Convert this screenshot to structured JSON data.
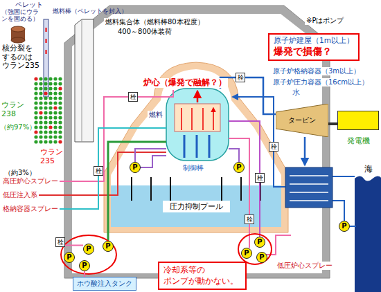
{
  "diagram": {
    "nodes": [
      {
        "text": [
          "原子炉建屋（1m以上）",
          "爆発で損傷？"
        ]
      },
      {
        "text": [
          "圧力抑制プール"
        ]
      },
      {
        "text": [
          "タービン"
        ]
      },
      {
        "text": [
          "発電機"
        ]
      },
      {
        "text": [
          "ホウ酸注入タンク"
        ]
      },
      {
        "text": [
          "冷却系等の ポンプが動かない。"
        ]
      },
      {
        "text": [
          "P"
        ]
      },
      {
        "text": [
          "P"
        ]
      },
      {
        "text": [
          "P"
        ]
      },
      {
        "text": [
          "P"
        ]
      },
      {
        "text": [
          "P"
        ]
      },
      {
        "text": [
          "P"
        ]
      },
      {
        "text": [
          "P"
        ]
      },
      {
        "text": [
          "P"
        ]
      },
      {
        "text": [
          "P"
        ]
      },
      {
        "text": [
          "P"
        ]
      },
      {
        "text": [
          "栓"
        ]
      },
      {
        "text": [
          "栓"
        ]
      },
      {
        "text": [
          "栓"
        ]
      },
      {
        "text": [
          "栓"
        ]
      },
      {
        "text": [
          "栓"
        ]
      },
      {
        "text": [
          "栓"
        ]
      },
      {
        "text": [
          "栓"
        ]
      }
    ],
    "edges": [
      {
        "from": 2,
        "to": 3,
        "arrow": "none"
      },
      {
        "from": 11,
        "to": 4,
        "arrow": "none"
      },
      {
        "from": 21,
        "to": 8,
        "arrow": "none"
      }
    ],
    "labels": [
      "ペレット",
      "（強固にウランを固める）",
      "燃料棒（ペレットを封入）",
      "燃料集合体（燃料棒80本程度）",
      "400～800体装荷",
      "※Pはポンプ",
      "核分裂をするのはウラン235",
      "ウラン238",
      "（約97%）",
      "ウラン235",
      "（約3%）",
      "原子炉格納容器（3m以上）",
      "原子炉圧力容器（16cm以上）",
      "水",
      "炉心（爆発で融解？）",
      "燃料",
      "制御棒",
      "海",
      "高圧炉心スプレー",
      "低圧注入系",
      "格納容器スプレー",
      "低圧炉心スプレー"
    ]
  }
}
